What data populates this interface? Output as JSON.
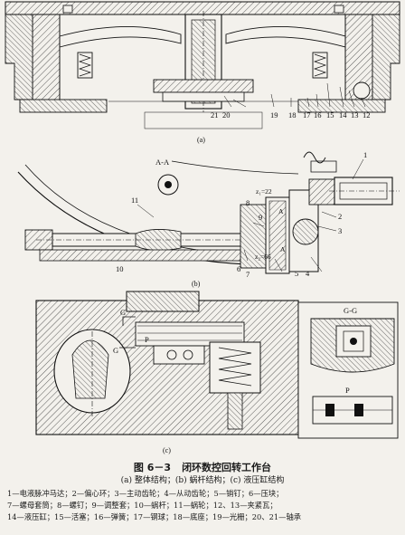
{
  "figure": {
    "number": "图 6－3",
    "title": "闭环数控回转工作台",
    "subtitle": "(a) 整体结构；(b) 蜗杆结构；(c) 液压缸结构",
    "legend": [
      "1—电液脉冲马达；2—偏心环；3—主动齿轮；4—从动齿轮；5—销钉；6—压块；",
      "7—螺母套筒；8—螺钉；9—调整套；10—蜗杆；11—蜗轮；12、13—夹紧瓦；",
      "14—液压缸；15—活塞；16—弹簧；17—钢球；18—底座；19—光栅；20、21—轴承"
    ]
  },
  "panels": {
    "a": {
      "label": "(a)",
      "callouts": [
        "21",
        "20",
        "19",
        "18",
        "17",
        "16",
        "15",
        "14",
        "13",
        "12"
      ]
    },
    "b": {
      "label": "(b)",
      "section_label": "A-A",
      "callouts": {
        "c1": "1",
        "c2": "2",
        "c3": "3",
        "c4": "4",
        "c5": "5",
        "c6": "6",
        "c7": "7",
        "c8": "8",
        "c9": "9",
        "c10": "10",
        "c11": "11",
        "z1": "z₁=22",
        "z2": "z₂=66",
        "secA1": "A",
        "secA2": "A"
      }
    },
    "c": {
      "label": "(c)",
      "section_label": "G-G",
      "detail_label": "P",
      "callouts": {
        "g1": "G",
        "g2": "G",
        "p": "P"
      }
    }
  }
}
